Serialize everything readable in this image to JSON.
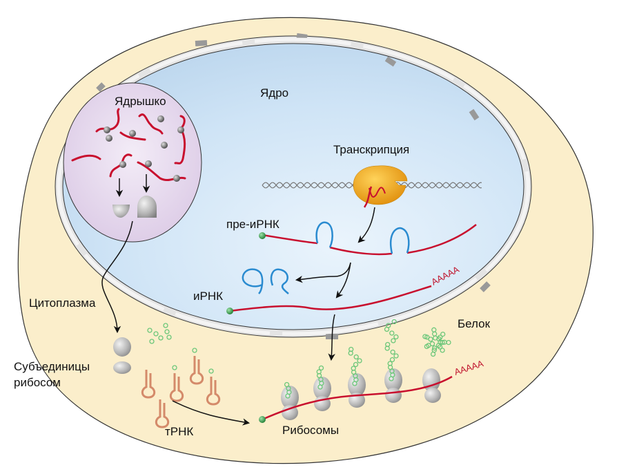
{
  "diagram": {
    "title_labels": {
      "nucleolus": "Ядрышко",
      "nucleus": "Ядро",
      "transcription": "Транскрипция",
      "pre_mrna": "пре-иРНК",
      "mrna": "иРНК",
      "cytoplasm": "Цитоплазма",
      "ribosome_subunits_line1": "Субъединицы",
      "ribosome_subunits_line2": "рибосом",
      "trna": "тРНК",
      "ribosomes": "Рибосомы",
      "protein": "Белок",
      "poly_a_nucleus": "AAAAA",
      "poly_a_cytoplasm": "AAAAA"
    },
    "colors": {
      "cytoplasm": "#fbeecb",
      "nucleus": "#c9e0f5",
      "nucleolus": "#e8dcef",
      "rna": "#c8102e",
      "intron": "#2a8bd0",
      "polymerase": "#f0a818",
      "trna": "#d48a6a",
      "amino_acid": "#6cc77a",
      "cap": "#2e9a44",
      "ribosome": "#b8b8b8"
    },
    "flow": [
      "Транскрипция",
      "пре-иРНК",
      "иРНК",
      "Рибосомы",
      "Белок"
    ]
  }
}
